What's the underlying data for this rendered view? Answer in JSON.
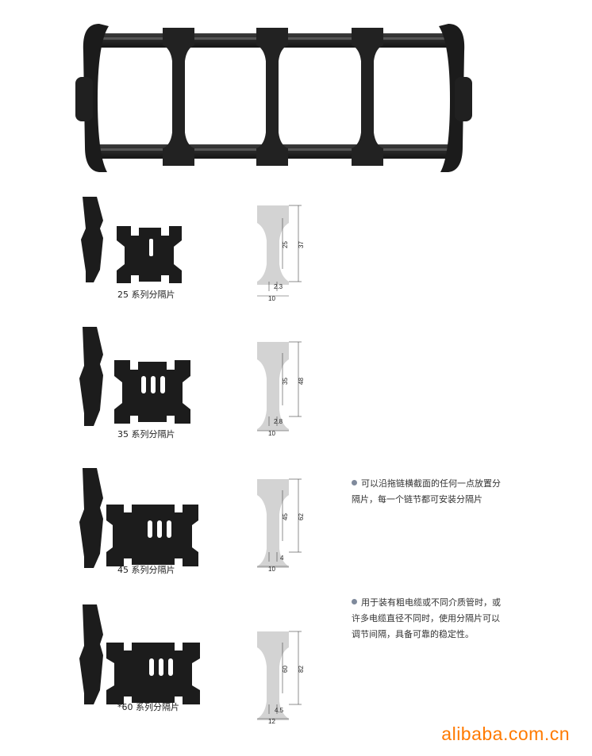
{
  "separators": [
    {
      "caption": "25 系列分隔片",
      "dims": {
        "h_inner": "25",
        "h_outer": "37",
        "web": "2.3",
        "width": "10"
      }
    },
    {
      "caption": "35 系列分隔片",
      "dims": {
        "h_inner": "35",
        "h_outer": "48",
        "web": "2.8",
        "width": "10"
      }
    },
    {
      "caption": "45 系列分隔片",
      "dims": {
        "h_inner": "45",
        "h_outer": "62",
        "web": "4",
        "width": "10"
      }
    },
    {
      "caption": "*60 系列分隔片",
      "dims": {
        "h_inner": "60",
        "h_outer": "82",
        "web": "4.5",
        "width": "12"
      }
    }
  ],
  "notes": [
    {
      "text": "可以沿拖链横截面的任何一点放置分隔片，每一个链节都可安装分隔片"
    },
    {
      "text": "用于装有粗电缆或不同介质管时，或许多电缆直径不同时，使用分隔片可以调节间隔，具备可靠的稳定性。"
    }
  ],
  "watermark": "alibaba.com.cn",
  "colors": {
    "part": "#1c1c1c",
    "profile": "#d3d3d3",
    "watermark": "#ff7a00",
    "bullet": "#7f8a9c"
  }
}
